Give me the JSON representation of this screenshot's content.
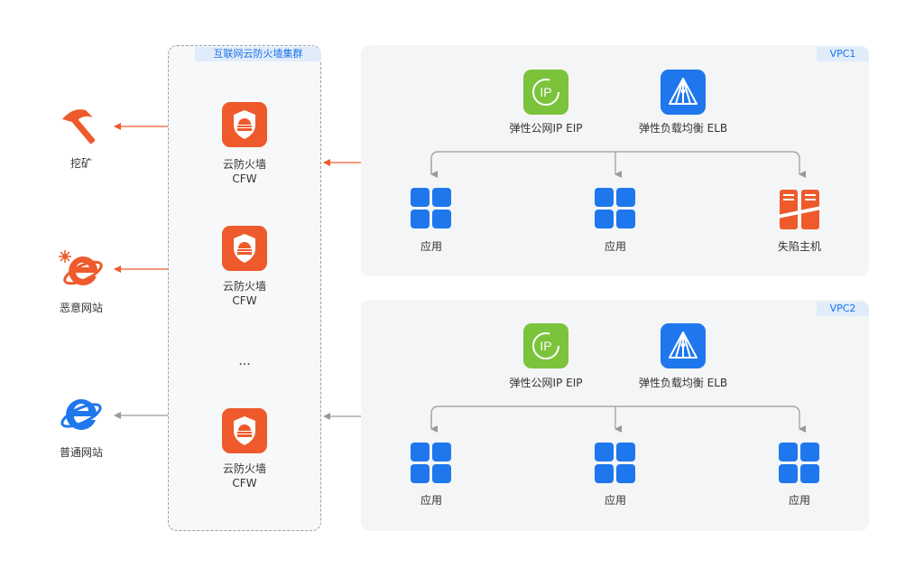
{
  "external": {
    "mining_label": "挖矿",
    "malicious_label": "恶意网站",
    "normal_label": "普通网站"
  },
  "cluster": {
    "title": "互联网云防火墙集群",
    "cfw_name": "云防火墙",
    "cfw_abbr": "CFW",
    "ellipsis": "..."
  },
  "vpc1": {
    "tag": "VPC1",
    "eip_label": "弹性公网IP EIP",
    "elb_label": "弹性负载均衡 ELB",
    "app_label": "应用",
    "compromised_label": "失陷主机"
  },
  "vpc2": {
    "tag": "VPC2",
    "eip_label": "弹性公网IP EIP",
    "elb_label": "弹性负载均衡 ELB",
    "app_label": "应用"
  },
  "colors": {
    "alert": "#ee5a2c",
    "normal": "#999999",
    "accent": "#1f77ee",
    "eip": "#7cc33c"
  }
}
